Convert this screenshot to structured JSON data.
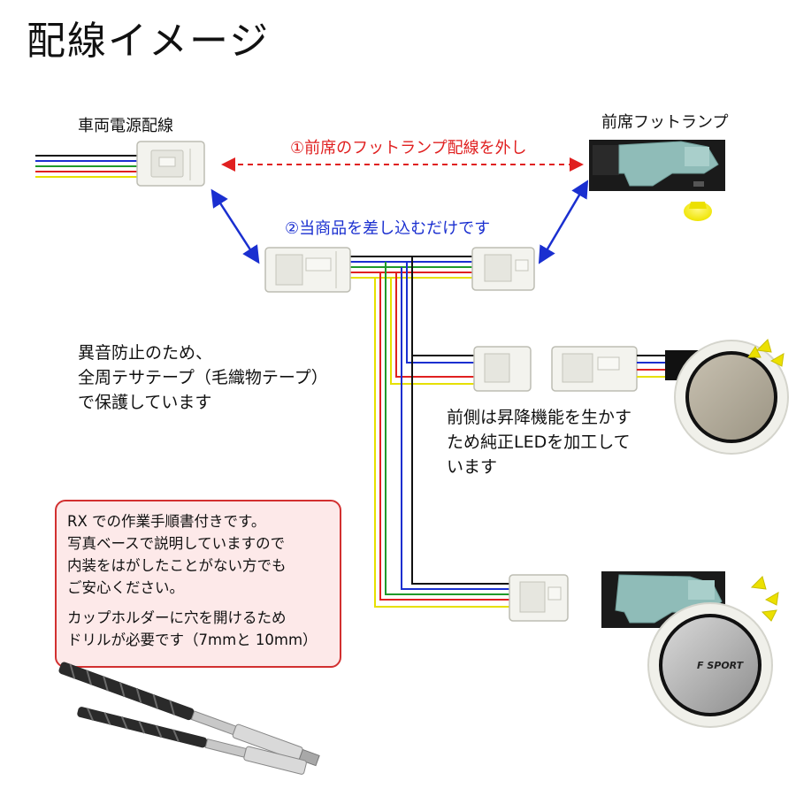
{
  "title": "配線イメージ",
  "labels": {
    "vehicle_power": "車両電源配線",
    "front_foot_lamp": "前席フットランプ",
    "step1": "①前席のフットランプ配線を外し",
    "step2": "②当商品を差し込むだけです",
    "noise_note": "異音防止のため、\n全周テサテープ（毛織物テープ）\nで保護しています",
    "front_led_note": "前側は昇降機能を生かす\nため純正LEDを加工して\nいます"
  },
  "note_box": {
    "lines_a": [
      "RX での作業手順書付きです。",
      "写真ベースで説明していますので",
      "内装をはがしたことがない方でも",
      "ご安心ください。"
    ],
    "lines_b": [
      "カップホルダーに穴を開けるため",
      "ドリルが必要です（7mmと 10mm）"
    ]
  },
  "badge_text": "F SPORT",
  "colors": {
    "wire_black": "#111111",
    "wire_blue": "#1a2fd0",
    "wire_green": "#1f9a2a",
    "wire_red": "#e02020",
    "wire_yellow": "#e6e000",
    "connector": "#f3f3ee",
    "lamp_teal": "#8fbcb8",
    "arrow_red": "#e02020",
    "arrow_blue": "#1a2fd0",
    "note_bg": "#fde9e9",
    "note_border": "#d23030"
  }
}
